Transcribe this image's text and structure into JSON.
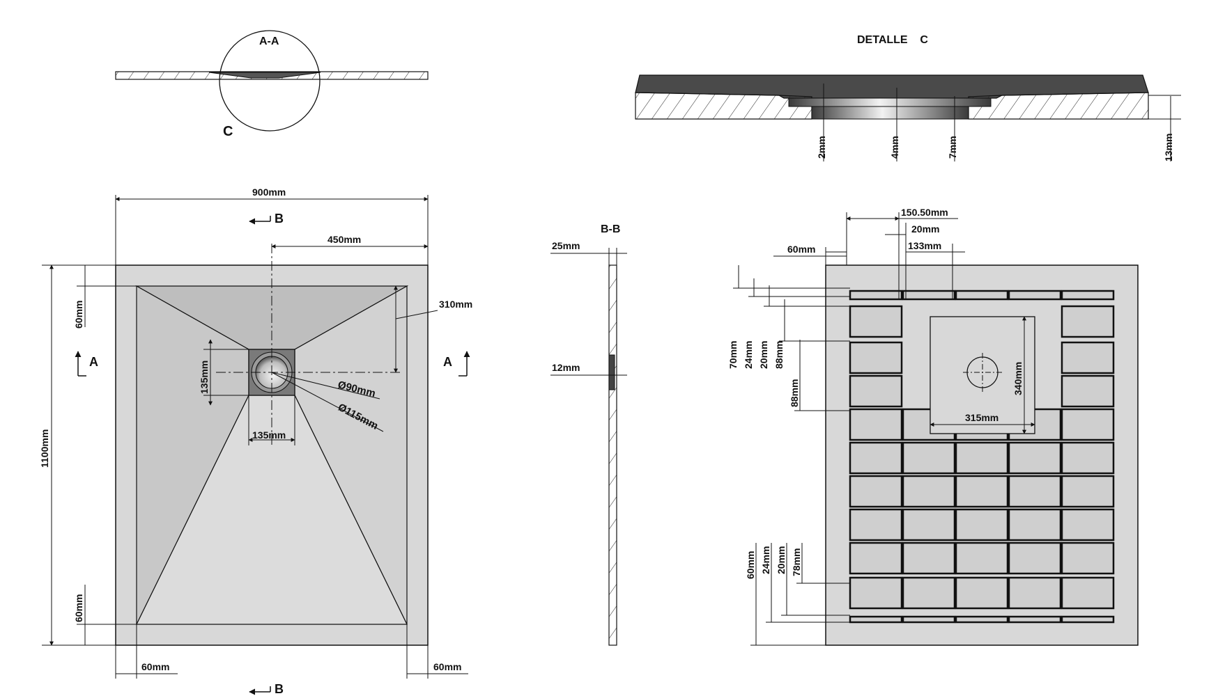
{
  "section_aa": {
    "title": "A-A",
    "detail_ref": "C"
  },
  "detail_c": {
    "title": "DETALLE    C",
    "dims": {
      "d2": "2mm",
      "d4": "4mm",
      "d7": "7mm",
      "d13": "13mm"
    }
  },
  "top_view": {
    "width": "900mm",
    "height": "1100mm",
    "half_width": "450mm",
    "slope_depth": "310mm",
    "margin_top": "60mm",
    "margin_bottom": "60mm",
    "margin_left": "60mm",
    "margin_right": "60mm",
    "drain_height": "135mm",
    "drain_width": "135mm",
    "drain_dia_inner": "Ø90mm",
    "drain_dia_outer": "Ø115mm",
    "section_b_top": "B",
    "section_b_bottom": "B",
    "section_a_left": "A",
    "section_a_right": "A"
  },
  "section_bb": {
    "title": "B-B",
    "thickness": "25mm",
    "center": "12mm"
  },
  "bottom_view": {
    "offset_x": "150.50mm",
    "rib_width": "20mm",
    "cell_width": "133mm",
    "margin_left": "60mm",
    "top_dims": [
      "70mm",
      "24mm",
      "20mm",
      "88mm",
      "88mm"
    ],
    "bottom_dims": [
      "60mm",
      "24mm",
      "20mm",
      "78mm"
    ],
    "pad_width": "315mm",
    "pad_height": "340mm"
  },
  "colors": {
    "tray": "#d8d8d8",
    "slope": "#bebebe",
    "line": "#111111",
    "dark": "#4a4a4a"
  }
}
